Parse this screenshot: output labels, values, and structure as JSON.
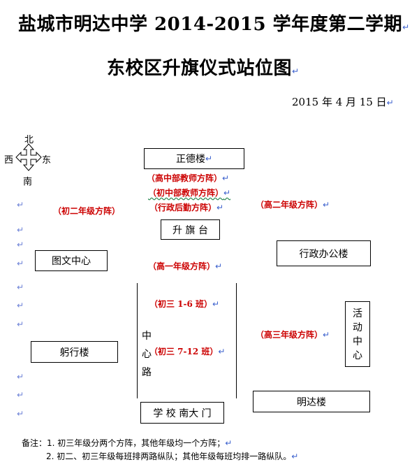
{
  "header": {
    "title_line1": "盐城市明达中学 2014-2015 学年度第二学期",
    "title_line2": "东校区升旗仪式站位图",
    "date": "2015 年 4 月 15 日"
  },
  "compass": {
    "north": "北",
    "south": "南",
    "east": "东",
    "west": "西"
  },
  "buildings": {
    "zhengde": "正德楼",
    "flag_platform": "升 旗 台",
    "library": "图文中心",
    "admin": "行政办公楼",
    "activity": [
      "活",
      "动",
      "中",
      "心"
    ],
    "gongxing": "躬行楼",
    "mingda": "明达楼",
    "gate": "学 校 南大 门",
    "road": [
      "中",
      "心",
      "路"
    ]
  },
  "positions": {
    "senior_teachers": "（高中部教师方阵）",
    "junior_teachers": "（初中部教师方阵）",
    "logistics": "（行政后勤方阵）",
    "grade8": "（初二年级方阵）",
    "grade11": "（高二年级方阵）",
    "grade10": "（高一年级方阵）",
    "grade9_a": "（初三 1-6 班）",
    "grade9_b": "（初三 7-12 班）",
    "grade12": "（高三年级方阵）"
  },
  "notes": {
    "line1": "备注：1. 初三年级分两个方阵，其他年级均一个方阵；",
    "line2": "2. 初二、初三年级每班排两路纵队；其他年级每班均排一路纵队。"
  },
  "marks": {
    "paragraph": "↵"
  }
}
